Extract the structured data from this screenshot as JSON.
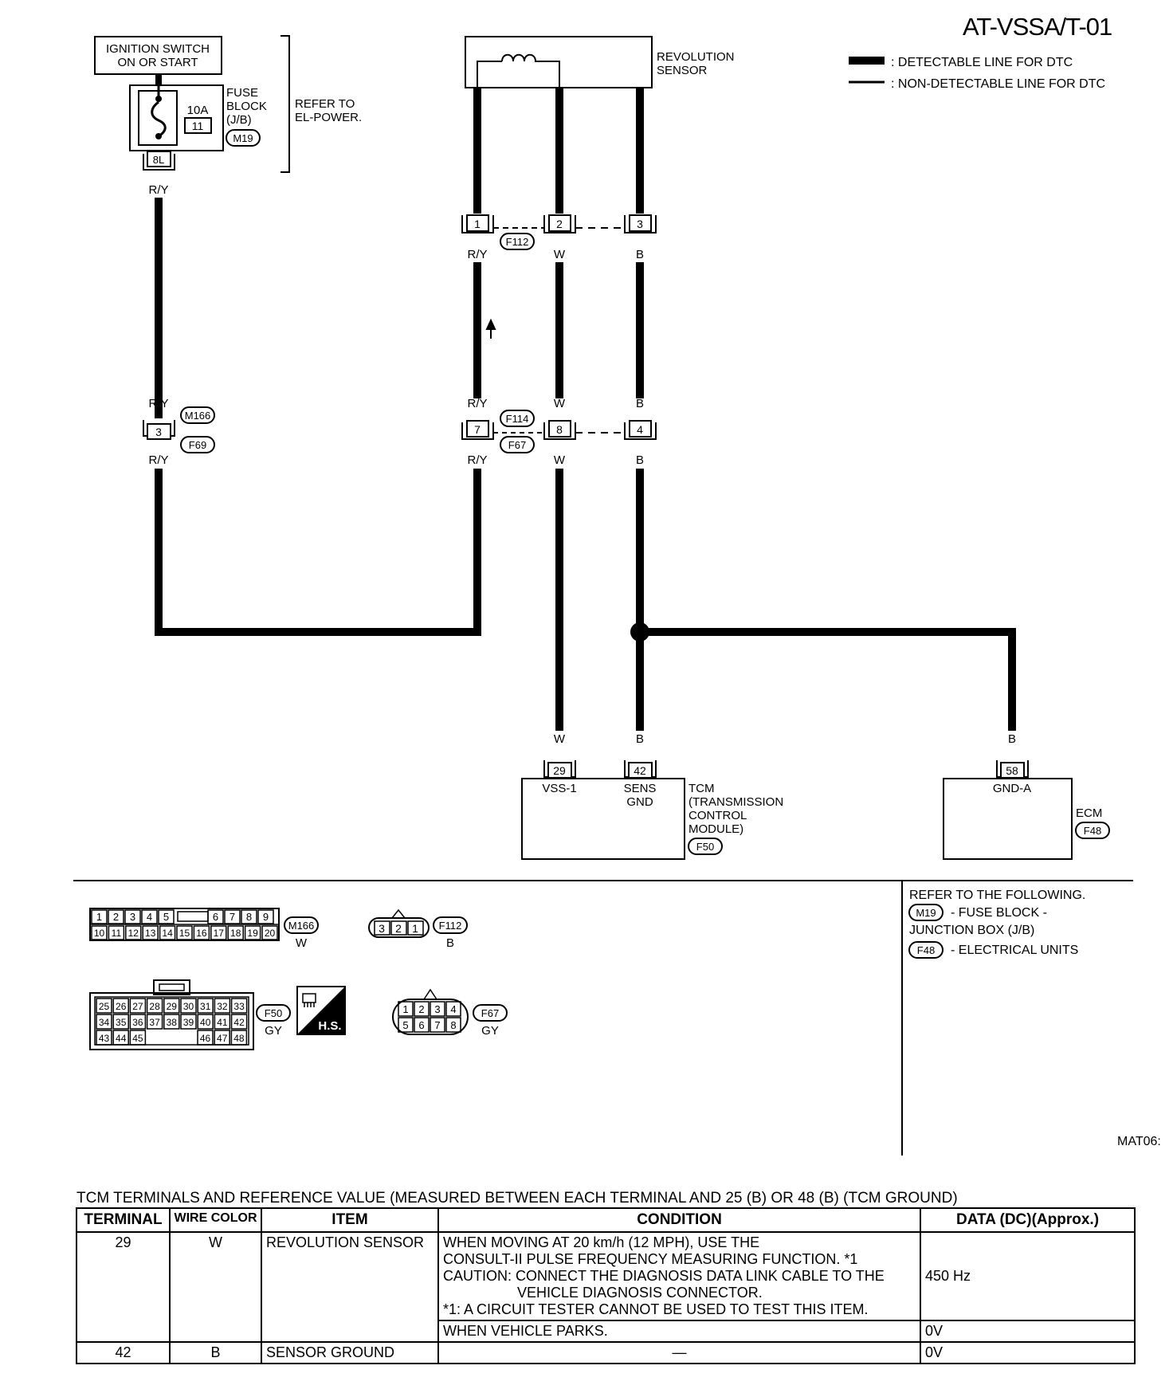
{
  "page": {
    "title": "AT-VSSA/T-01",
    "figure_id": "MAT06:"
  },
  "legend": {
    "detectable": ": DETECTABLE LINE FOR DTC",
    "non_detectable": ": NON-DETECTABLE LINE FOR DTC"
  },
  "components": {
    "ignition_switch": [
      "IGNITION SWITCH",
      "ON OR START"
    ],
    "fuse_block": [
      "FUSE",
      "BLOCK",
      "(J/B)"
    ],
    "fuse_rating": "10A",
    "fuse_number": "11",
    "fuse_terminal": "8L",
    "refer_to": [
      "REFER TO",
      "EL-POWER."
    ],
    "revolution_sensor": [
      "REVOLUTION",
      "SENSOR"
    ],
    "tcm": [
      "TCM",
      "(TRANSMISSION",
      "CONTROL",
      "MODULE)"
    ],
    "ecm": "ECM"
  },
  "connectors": {
    "M19": "M19",
    "M166": "M166",
    "F69": "F69",
    "F112": "F112",
    "F114": "F114",
    "F67": "F67",
    "F50": "F50",
    "F48": "F48"
  },
  "terminals": {
    "f112": [
      "1",
      "2",
      "3"
    ],
    "f67": [
      "7",
      "8",
      "4"
    ],
    "m166": "3",
    "tcm": [
      "29",
      "42"
    ],
    "ecm": "58"
  },
  "terminal_labels": {
    "tcm_29": "VSS-1",
    "tcm_42": [
      "SENS",
      "GND"
    ],
    "ecm_58": "GND-A"
  },
  "wire_colors": {
    "ry": "R/Y",
    "w": "W",
    "b": "B"
  },
  "connector_views": {
    "m166_row1": [
      "1",
      "2",
      "3",
      "4",
      "5",
      "6",
      "7",
      "8",
      "9"
    ],
    "m166_row2": [
      "10",
      "11",
      "12",
      "13",
      "14",
      "15",
      "16",
      "17",
      "18",
      "19",
      "20"
    ],
    "m166_color": "W",
    "f112_pins": [
      "3",
      "2",
      "1"
    ],
    "f112_color": "B",
    "f50_row1": [
      "25",
      "26",
      "27",
      "28",
      "29",
      "30",
      "31",
      "32",
      "33"
    ],
    "f50_row2": [
      "34",
      "35",
      "36",
      "37",
      "38",
      "39",
      "40",
      "41",
      "42"
    ],
    "f50_row3": [
      "43",
      "44",
      "45",
      "46",
      "47",
      "48"
    ],
    "f50_color": "GY",
    "hs_badge": "H.S.",
    "f67_row1": [
      "1",
      "2",
      "3",
      "4"
    ],
    "f67_row2": [
      "5",
      "6",
      "7",
      "8"
    ],
    "f67_color": "GY"
  },
  "references": {
    "heading": "REFER TO THE FOLLOWING.",
    "m19_desc": [
      "- FUSE BLOCK -",
      "JUNCTION BOX (J/B)"
    ],
    "f48_desc": "- ELECTRICAL UNITS"
  },
  "table": {
    "caption": "TCM TERMINALS AND REFERENCE VALUE (MEASURED BETWEEN EACH TERMINAL AND 25 (B) OR 48 (B) (TCM GROUND)",
    "headers": [
      "TERMINAL",
      "WIRE COLOR",
      "ITEM",
      "CONDITION",
      "DATA (DC)(Approx.)"
    ],
    "row1": {
      "terminal": "29",
      "wire": "W",
      "item": "REVOLUTION SENSOR",
      "cond_a": "WHEN MOVING AT 20 km/h (12 MPH), USE THE",
      "cond_b": "CONSULT-II PULSE FREQUENCY MEASURING FUNCTION. *1",
      "cond_c": "CAUTION: CONNECT THE DIAGNOSIS DATA LINK CABLE TO THE",
      "cond_d": "VEHICLE DIAGNOSIS CONNECTOR.",
      "cond_e": "*1: A CIRCUIT TESTER CANNOT BE USED TO TEST THIS ITEM.",
      "data": "450 Hz",
      "cond2": "WHEN VEHICLE PARKS.",
      "data2": "0V"
    },
    "row2": {
      "terminal": "42",
      "wire": "B",
      "item": "SENSOR GROUND",
      "condition": "—",
      "data": "0V"
    }
  }
}
